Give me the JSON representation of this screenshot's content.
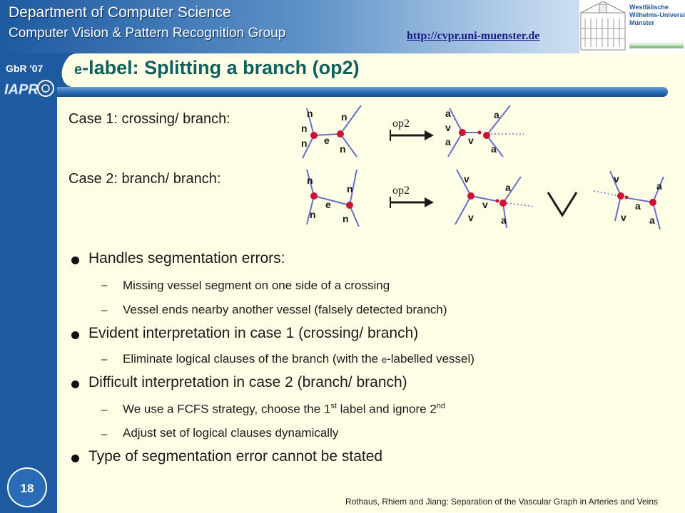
{
  "header": {
    "department": "Department of Computer Science",
    "group": "Computer Vision & Pattern Recognition Group",
    "url": "http://cvpr.uni-muenster.de",
    "university_logo_text": "Westfälische Wilhelms-Universität Münster"
  },
  "sidebar": {
    "conference": "GbR '07",
    "logo_text": "IAPR",
    "page_number": "18"
  },
  "slide": {
    "title_prefix": "e",
    "title_rest": "-label: Splitting a branch (op2)",
    "case1": "Case 1: crossing/ branch:",
    "case2": "Case 2: branch/ branch:",
    "op_label": "op2",
    "bullets": {
      "b1": "Handles segmentation errors:",
      "b1_s1": "Missing vessel segment on one side of a crossing",
      "b1_s2": "Vessel ends nearby another vessel (falsely detected branch)",
      "b2": "Evident interpretation in case 1 (crossing/ branch)",
      "b2_s1_a": "Eliminate logical clauses of the branch (with the ",
      "b2_s1_e": "e",
      "b2_s1_b": "-labelled vessel)",
      "b3": "Difficult interpretation in case 2 (branch/ branch)",
      "b3_s1_a": "We use a FCFS strategy, choose the 1",
      "b3_s1_sup1": "st",
      "b3_s1_b": " label and ignore 2",
      "b3_s1_sup2": "nd",
      "b3_s2": "Adjust set of logical clauses dynamically",
      "b4": "Type of segmentation error cannot be stated"
    },
    "dash": "–"
  },
  "labels": {
    "n": "n",
    "e": "e",
    "a": "a",
    "v": "v"
  },
  "footer": "Rothaus, Rhiem and Jiang: Separation of the Vascular Graph in Arteries and Veins",
  "colors": {
    "header_blue": "#1e5aa0",
    "title_teal": "#106060",
    "node_red": "#cc1133",
    "edge_blue": "#6670c8",
    "background": "#fefee6"
  }
}
